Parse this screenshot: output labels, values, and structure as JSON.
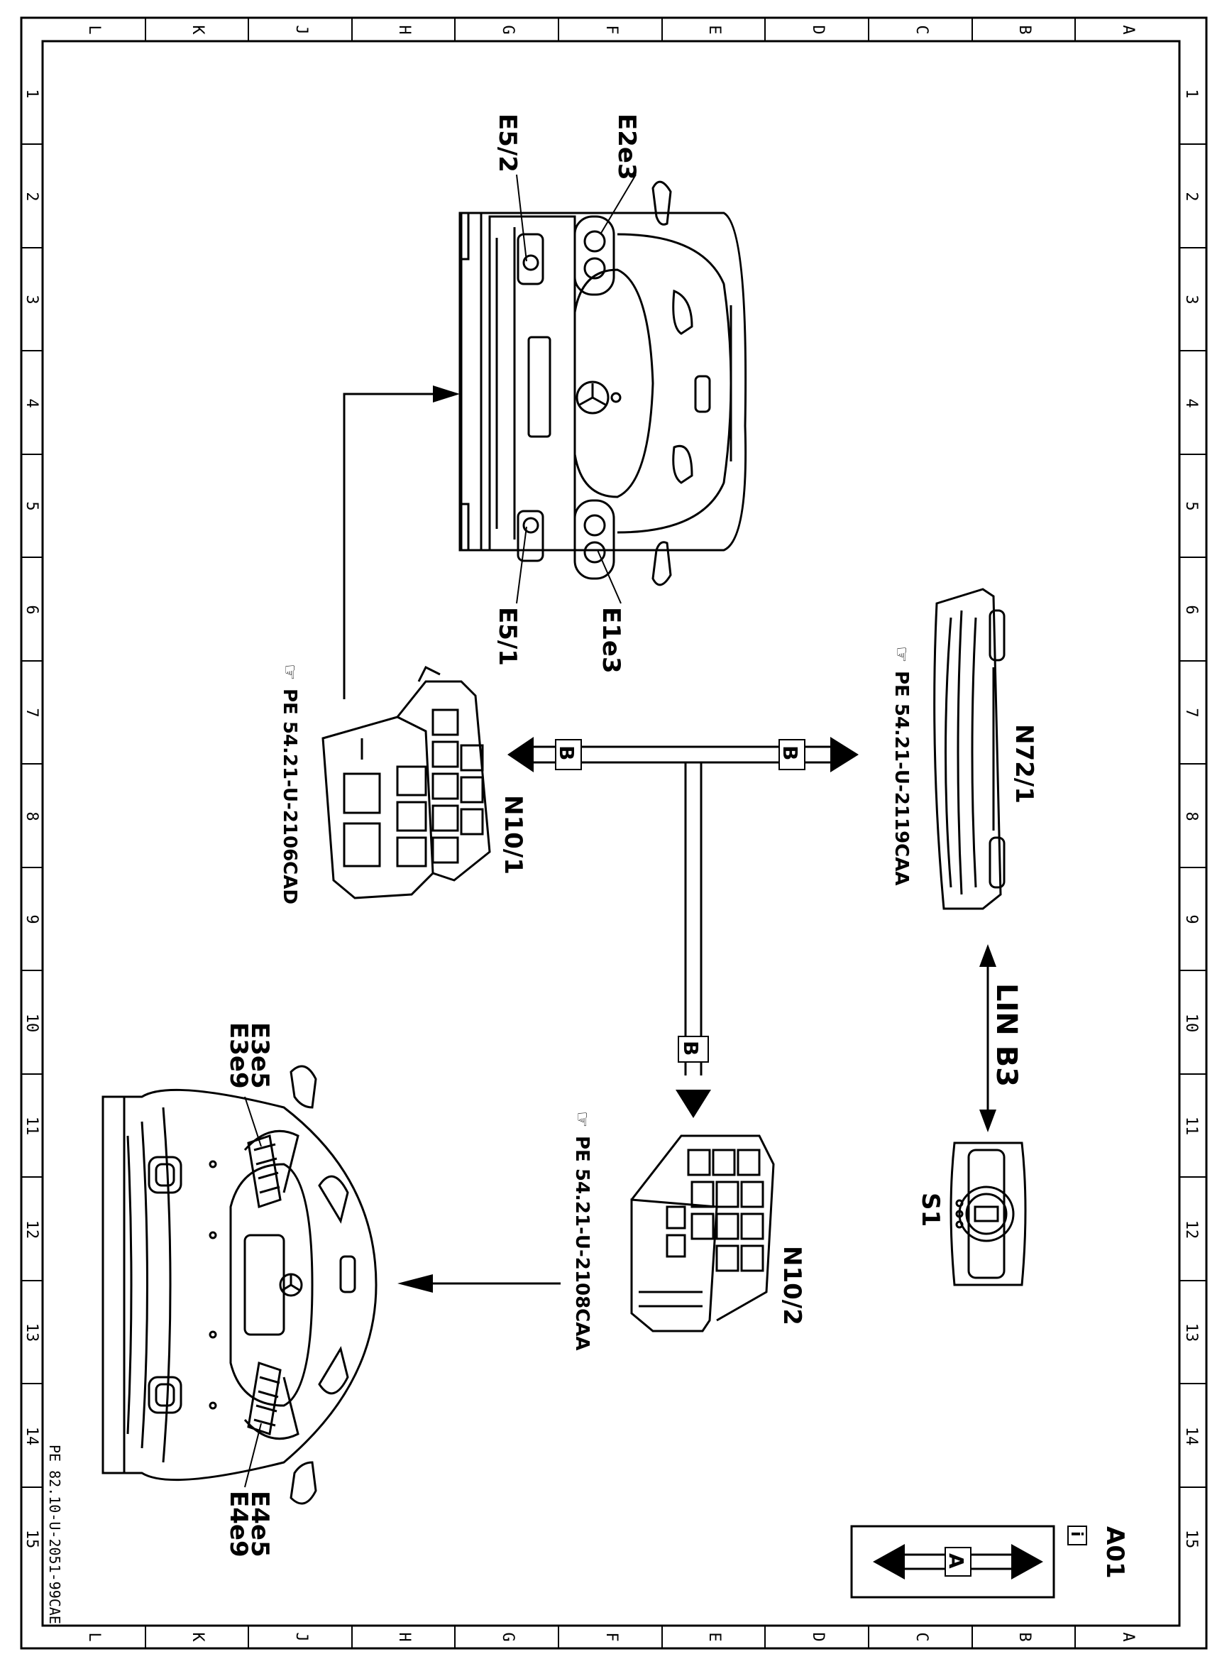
{
  "frame": {
    "columns": [
      "L",
      "K",
      "J",
      "H",
      "G",
      "F",
      "E",
      "D",
      "C",
      "B",
      "A"
    ],
    "rows": [
      "1",
      "2",
      "3",
      "4",
      "5",
      "6",
      "7",
      "8",
      "9",
      "10",
      "11",
      "12",
      "13",
      "14",
      "15"
    ],
    "doc_id": "PE 82.10-U-2051-99CAE",
    "sheet": "A01",
    "info_symbol": "i"
  },
  "components": {
    "e52": "E5/2",
    "e2e3": "E2e3",
    "e51": "E5/1",
    "e1e3": "E1e3",
    "n101": "N10/1",
    "n101_ref": "PE 54.21-U-2106CAD",
    "n721": "N72/1",
    "n721_ref": "PE 54.21-U-2119CAA",
    "n102": "N10/2",
    "n102_ref": "PE 54.21-U-2108CAA",
    "s1": "S1",
    "e3e5": "E3e5",
    "e3e9": "E3e9",
    "e4e5": "E4e5",
    "e4e9": "E4e9"
  },
  "connections": {
    "bus_b": "B",
    "lin_b3": "LIN B3",
    "legend_bus": "A"
  }
}
